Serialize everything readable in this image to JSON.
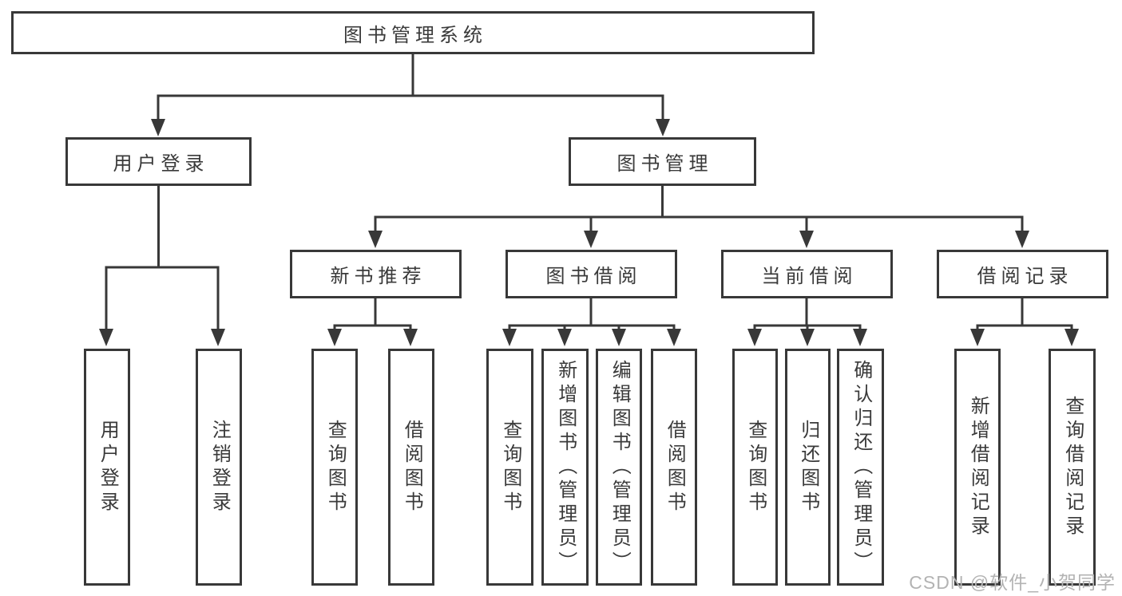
{
  "tree": {
    "root": {
      "label": "图书管理系统"
    },
    "branches": [
      {
        "label": "用户登录",
        "leaves": [
          {
            "label": "用户登录"
          },
          {
            "label": "注销登录"
          }
        ]
      },
      {
        "label": "图书管理",
        "groups": [
          {
            "label": "新书推荐",
            "leaves": [
              {
                "label": "查询图书"
              },
              {
                "label": "借阅图书"
              }
            ]
          },
          {
            "label": "图书借阅",
            "leaves": [
              {
                "label": "查询图书"
              },
              {
                "label": "新增图书（管理员）"
              },
              {
                "label": "编辑图书（管理员）"
              },
              {
                "label": "借阅图书"
              }
            ]
          },
          {
            "label": "当前借阅",
            "leaves": [
              {
                "label": "查询图书"
              },
              {
                "label": "归还图书"
              },
              {
                "label": "确认归还（管理员）"
              }
            ]
          },
          {
            "label": "借阅记录",
            "leaves": [
              {
                "label": "新增借阅记录"
              },
              {
                "label": "查询借阅记录"
              }
            ]
          }
        ]
      }
    ]
  },
  "watermark": "CSDN @软件_小贺同学",
  "colors": {
    "line": "#383838",
    "box_border": "#383838",
    "text": "#3a3a3a",
    "background": "#ffffff",
    "watermark": "#b3b3b3"
  }
}
